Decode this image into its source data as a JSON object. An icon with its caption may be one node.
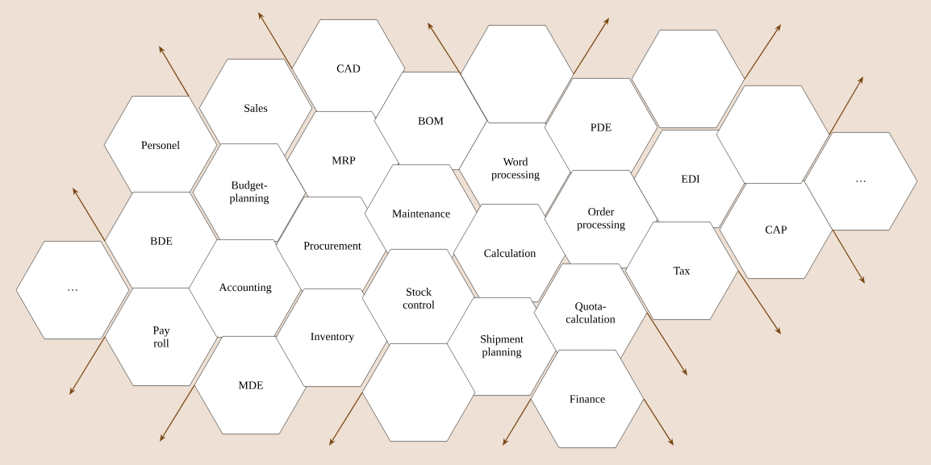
{
  "diagram": {
    "nodes": [
      {
        "text": [
          "…"
        ]
      },
      {
        "text": [
          "Personel"
        ]
      },
      {
        "text": [
          "BDE"
        ]
      },
      {
        "text": [
          "Pay roll"
        ]
      },
      {
        "text": [
          "Sales"
        ]
      },
      {
        "text": [
          "Budget-planning"
        ]
      },
      {
        "text": [
          "Accounting"
        ]
      },
      {
        "text": [
          "MDE"
        ]
      },
      {
        "text": [
          "CAD"
        ]
      },
      {
        "text": [
          "MRP"
        ]
      },
      {
        "text": [
          "Procurement"
        ]
      },
      {
        "text": [
          "Inventory"
        ]
      },
      {
        "text": [
          "BOM"
        ]
      },
      {
        "text": [
          "Maintenance"
        ]
      },
      {
        "text": [
          "Stock control"
        ]
      },
      {
        "text": [],
        "shape": "hexagon"
      },
      {
        "text": [],
        "shape": "hexagon"
      },
      {
        "text": [
          "Word processing"
        ]
      },
      {
        "text": [
          "Calculation"
        ]
      },
      {
        "text": [
          "Shipment planning"
        ]
      },
      {
        "text": [
          "PDE"
        ]
      },
      {
        "text": [
          "Order processing"
        ]
      },
      {
        "text": [
          "Quota-calculation"
        ]
      },
      {
        "text": [
          "Finance"
        ]
      },
      {
        "text": [],
        "shape": "hexagon"
      },
      {
        "text": [
          "EDI"
        ]
      },
      {
        "text": [
          "Tax"
        ]
      },
      {
        "text": [],
        "shape": "hexagon"
      },
      {
        "text": [
          "CAP"
        ]
      },
      {
        "text": [
          "…"
        ]
      }
    ],
    "edges": [
      {
        "from": 1,
        "to": null,
        "arrow": "to"
      },
      {
        "from": 8,
        "to": null,
        "arrow": "to"
      },
      {
        "from": 16,
        "to": null,
        "arrow": "to"
      },
      {
        "from": 16,
        "to": null,
        "arrow": "to"
      },
      {
        "from": 24,
        "to": null,
        "arrow": "to"
      },
      {
        "from": 27,
        "to": null,
        "arrow": "to"
      },
      {
        "from": 28,
        "to": null,
        "arrow": "to"
      },
      {
        "from": 26,
        "to": null,
        "arrow": "to"
      },
      {
        "from": 22,
        "to": null,
        "arrow": "to"
      },
      {
        "from": 23,
        "to": null,
        "arrow": "to"
      },
      {
        "from": 23,
        "to": null,
        "arrow": "to"
      },
      {
        "from": 15,
        "to": null,
        "arrow": "to"
      },
      {
        "from": 7,
        "to": null,
        "arrow": "to"
      },
      {
        "from": 3,
        "to": null,
        "arrow": "to"
      },
      {
        "from": 2,
        "to": null,
        "arrow": "to"
      }
    ]
  }
}
